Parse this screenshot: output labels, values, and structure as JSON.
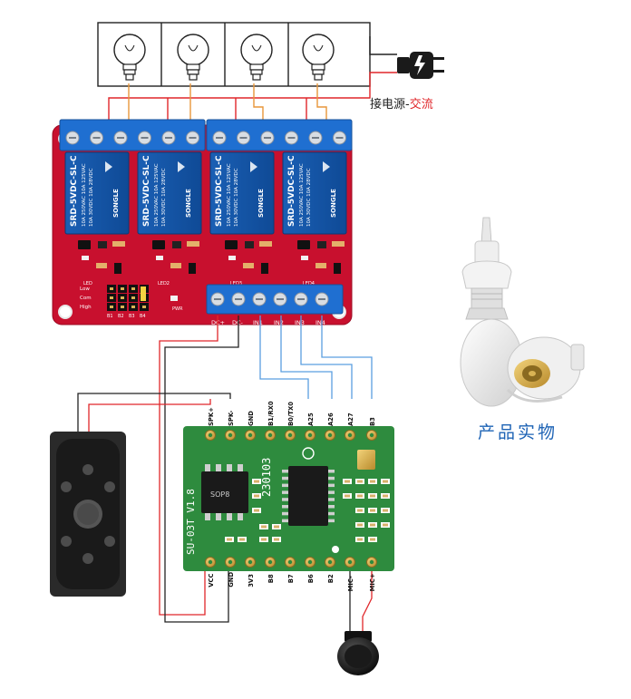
{
  "labels": {
    "power_prefix": "接电源-",
    "power_ac": "交流",
    "product": "产品实物"
  },
  "relay_board": {
    "relays": [
      {
        "brand": "SONGLE",
        "model": "SRD-5VDC-SL-C",
        "spec1": "10A 250VAC 10A 125VAC",
        "spec2": "10A 30VDC 10A 28VDC"
      },
      {
        "brand": "SONGLE",
        "model": "SRD-5VDC-SL-C",
        "spec1": "10A 250VAC 10A 125VAC",
        "spec2": "10A 30VDC 10A 28VDC"
      },
      {
        "brand": "SONGLE",
        "model": "SRD-5VDC-SL-C",
        "spec1": "10A 250VAC 10A 125VAC",
        "spec2": "10A 30VDC 10A 28VDC"
      },
      {
        "brand": "SONGLE",
        "model": "SRD-5VDC-SL-C",
        "spec1": "10A 250VAC 10A 125VAC",
        "spec2": "10A 30VDC 10A 28VDC"
      }
    ],
    "led_labels": [
      "LED",
      "LED2",
      "LED3",
      "LED4"
    ],
    "trigger_labels": [
      "Low",
      "Com",
      "High"
    ],
    "header_labels": [
      "B1",
      "B2",
      "B3",
      "B4"
    ],
    "pwr": "PWR",
    "inputs": [
      "DC+",
      "DC-",
      "IN1",
      "IN2",
      "IN3",
      "IN4"
    ]
  },
  "module": {
    "top_pins": [
      "SPK+",
      "SPK-",
      "GND",
      "B1/RX0",
      "B0/TX0",
      "A25",
      "A26",
      "A27",
      "B3"
    ],
    "bottom_pins": [
      "VCC",
      "GND",
      "3V3",
      "B8",
      "B7",
      "B6",
      "B2",
      "MIC-",
      "MIC+"
    ],
    "chip_label": "SOP8",
    "name": "SU-03T V1.8",
    "date": "230103"
  },
  "colors": {
    "relay_board": "#c8102e",
    "terminal_blue": "#1f6fd1",
    "relay_blue": "#1565c0",
    "module_green": "#2e8b3e",
    "wire_red": "#e0262a",
    "wire_orange": "#e8963a",
    "wire_blue": "#5a9fe0",
    "wire_black": "#222222"
  },
  "icons": [
    "bulb-icon",
    "power-plug-icon",
    "speaker-icon",
    "microphone-icon",
    "lamp-socket-icon"
  ]
}
